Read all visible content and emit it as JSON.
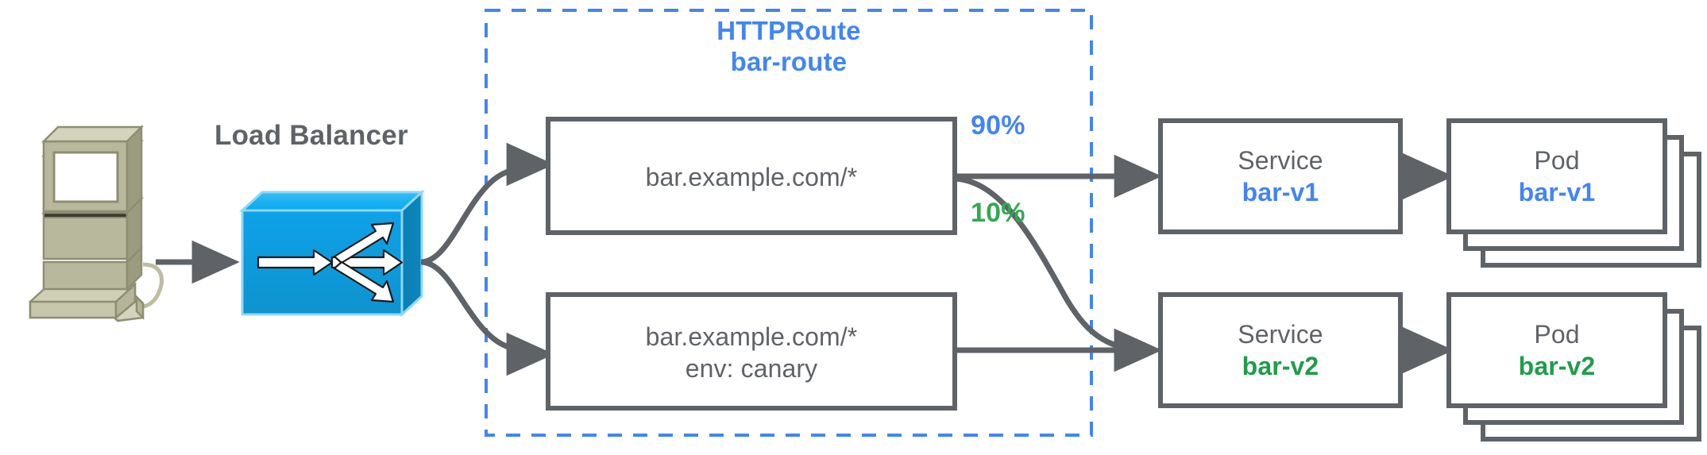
{
  "diagram": {
    "title_absent": true,
    "colors": {
      "blue": "#4285f4",
      "green": "#1e9e4a",
      "gray": "#5f6368",
      "lb_blue": "#0b9de0",
      "computer_beige": "#a9a98a"
    }
  },
  "client": {
    "icon": "desktop-computer-icon"
  },
  "load_balancer": {
    "label": "Load Balancer",
    "icon": "load-balancer-switch-icon"
  },
  "httproute": {
    "kind": "HTTPRoute",
    "name": "bar-route",
    "rules": [
      {
        "id": "rule-primary",
        "lines": [
          "bar.example.com/*"
        ]
      },
      {
        "id": "rule-canary",
        "lines": [
          "bar.example.com/*",
          "env: canary"
        ]
      }
    ]
  },
  "weights": [
    {
      "id": "weight-90",
      "label": "90%",
      "color": "#4285f4"
    },
    {
      "id": "weight-10",
      "label": "10%",
      "color": "#1e9e4a"
    }
  ],
  "services": [
    {
      "id": "service-bar-v1",
      "kind": "Service",
      "name": "bar-v1",
      "accent": "blue"
    },
    {
      "id": "service-bar-v2",
      "kind": "Service",
      "name": "bar-v2",
      "accent": "green"
    }
  ],
  "pods": [
    {
      "id": "pod-bar-v1",
      "kind": "Pod",
      "name": "bar-v1",
      "accent": "blue",
      "replicas": 3
    },
    {
      "id": "pod-bar-v2",
      "kind": "Pod",
      "name": "bar-v2",
      "accent": "green",
      "replicas": 3
    }
  ]
}
